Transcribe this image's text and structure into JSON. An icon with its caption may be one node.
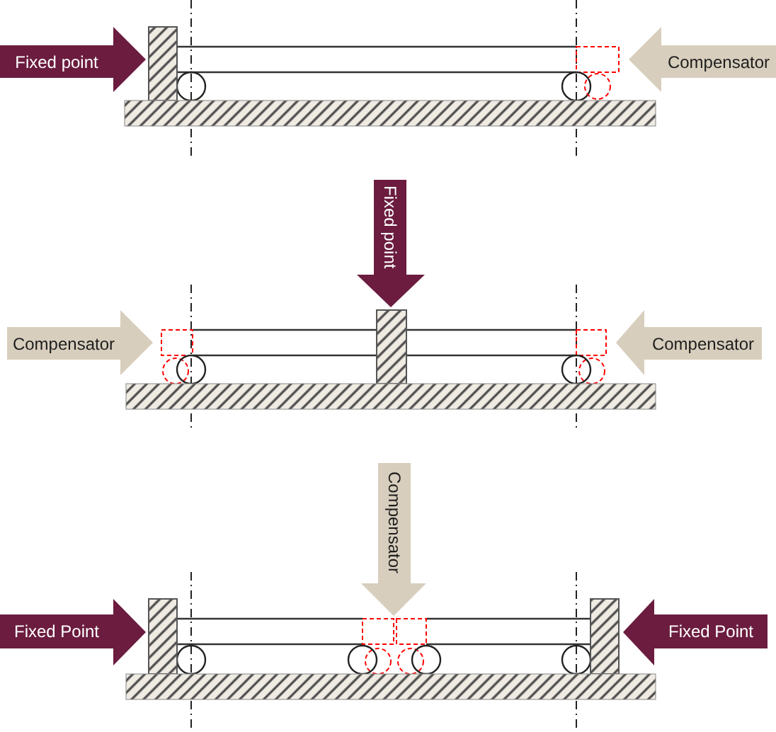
{
  "diagram": {
    "nodes": [
      {
        "text": [
          "Fixed point"
        ]
      },
      {
        "text": [
          "Compensator"
        ]
      },
      {
        "text": [
          "Fixed point"
        ]
      },
      {
        "text": [
          "Compensator"
        ]
      },
      {
        "text": [
          "Compensator"
        ]
      },
      {
        "text": [
          "Compensator"
        ]
      },
      {
        "text": [
          "Fixed Point"
        ]
      },
      {
        "text": [
          "Fixed Point"
        ]
      }
    ]
  }
}
